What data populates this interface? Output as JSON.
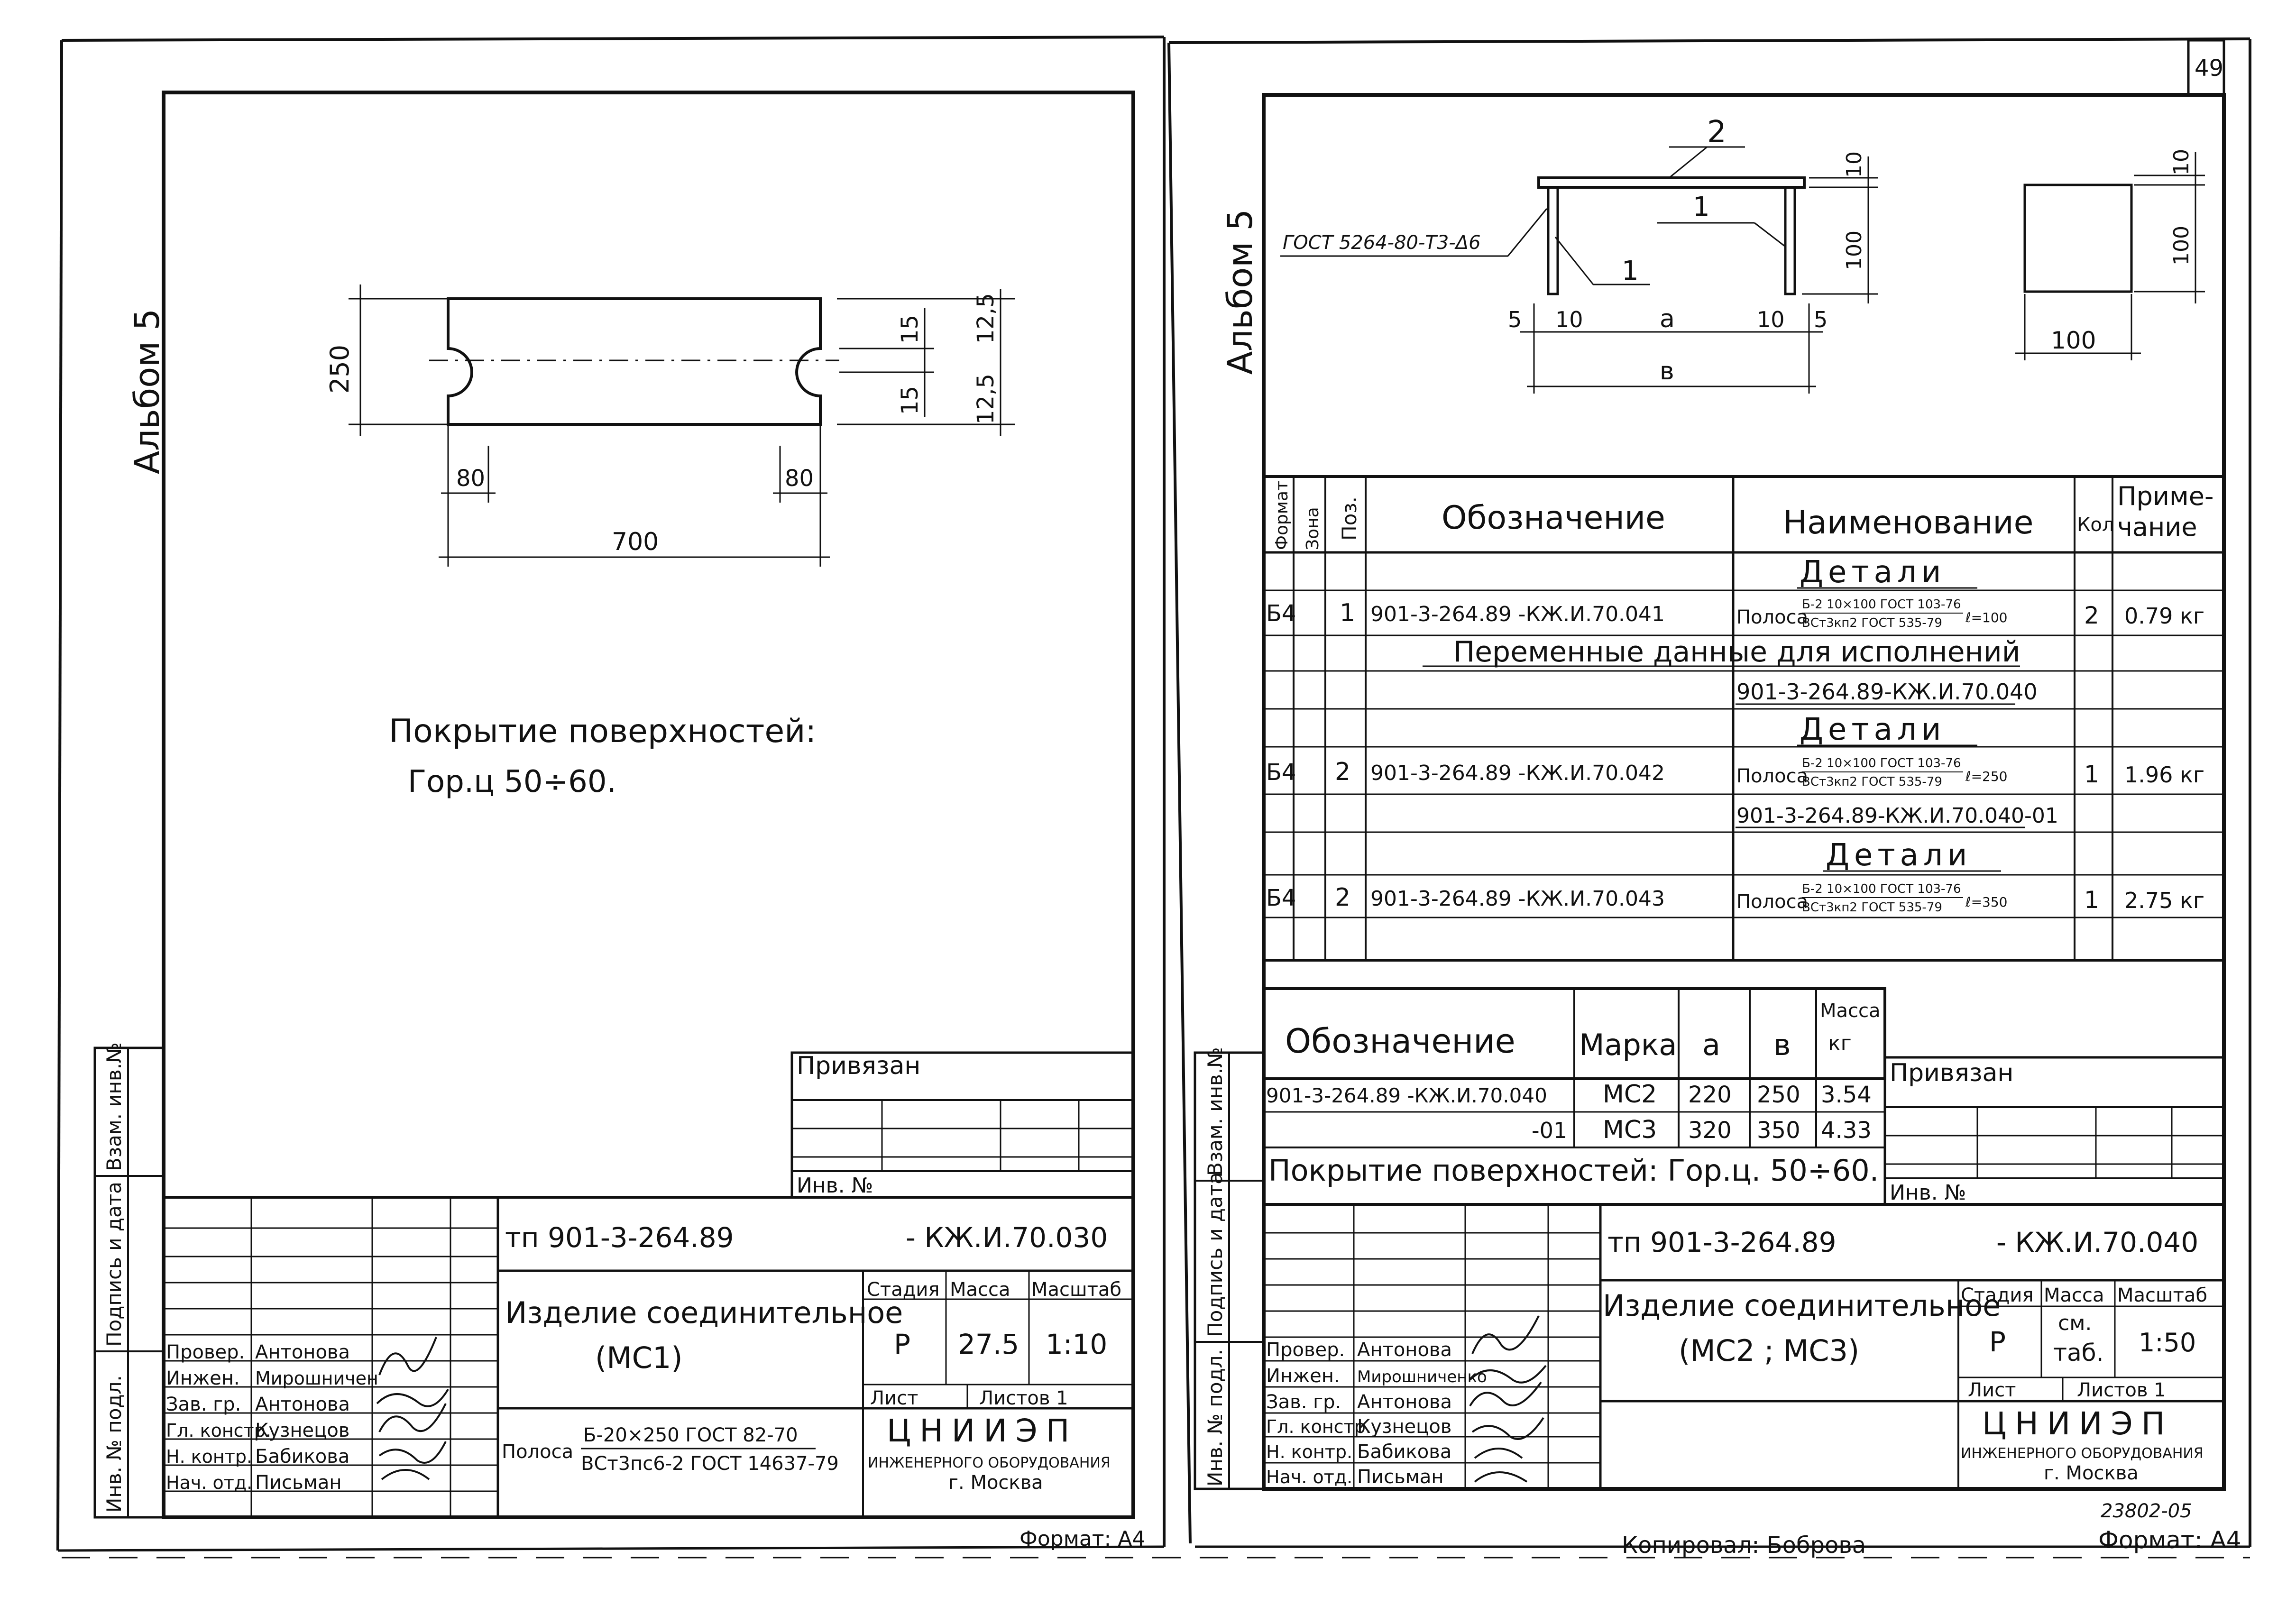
{
  "page_number": "49",
  "album_label": "Альбом 5",
  "left": {
    "drawing": {
      "dim_height": "250",
      "dim_slot": "15",
      "dim_half_top": "12,5",
      "dim_half_bottom": "12,5",
      "dim_left_80": "80",
      "dim_right_80": "80",
      "dim_length": "700",
      "dim_slot_bottom": "15"
    },
    "coating_title": "Покрытие поверхностей:",
    "coating_value": "Гор.ц 50÷60.",
    "side_labels": {
      "vzam": "Взам. инв.№",
      "podpis": "Подпись и дата",
      "inv": "Инв. № подл."
    },
    "privyazan": "Привязан",
    "inv_no": "Инв. №",
    "code": "тп 901-3-264.89",
    "code_suffix": "- КЖ.И.70.030",
    "product_name": "Изделие соединительное",
    "product_mark": "(МС1)",
    "material_prefix": "Полоса",
    "material_top": "Б-20×250 ГОСТ 82-70",
    "material_bottom": "ВСт3пс6-2 ГОСТ 14637-79",
    "stage_header": "Стадия",
    "mass_header": "Масса",
    "scale_header": "Масштаб",
    "stage": "Р",
    "mass": "27.5",
    "scale": "1:10",
    "sheet_label": "Лист",
    "sheets_label": "Листов 1",
    "org_name": "ЦНИИЭП",
    "org_sub": "ИНЖЕНЕРНОГО ОБОРУДОВАНИЯ",
    "org_city": "г. Москва",
    "roles": [
      "Провер.",
      "Инжен.",
      "Зав. гр.",
      "Гл. констр.",
      "Н. контр.",
      "Нач. отд."
    ],
    "names": [
      "Антонова",
      "Мирошничен",
      "Антонова",
      "Кузнецов",
      "Бабикова",
      "Письман"
    ],
    "format_label": "Формат: А4"
  },
  "right": {
    "drawing": {
      "gost_label": "ГОСТ 5264-80-Т3-Δ6",
      "pos_2": "2",
      "pos_1a": "1",
      "pos_1b": "1",
      "dim_5_left": "5",
      "dim_10_left": "10",
      "dim_a": "а",
      "dim_10_right": "10",
      "dim_5_right": "5",
      "dim_b": "в",
      "dim_10_top": "10",
      "dim_100_side": "100",
      "dim_10_square": "10",
      "dim_100_square_v": "100",
      "dim_100_square_h": "100"
    },
    "spec_headers": {
      "format": "Формат",
      "zone": "Зона",
      "pos": "Поз.",
      "designation": "Обозначение",
      "name": "Наименование",
      "qty": "Кол",
      "note_top": "Приме-",
      "note_bottom": "чание"
    },
    "spec_rows": [
      {
        "type": "section",
        "text": "Детали"
      },
      {
        "type": "item",
        "format": "Б4",
        "pos": "1",
        "designation": "901-3-264.89 -КЖ.И.70.041",
        "name_prefix": "Полоса",
        "name_top": "Б-2 10×100 ГОСТ 103-76",
        "name_bottom": "ВСт3кп2 ГОСТ 535-79",
        "name_len": "ℓ=100",
        "qty": "2",
        "note": "0.79 кг"
      },
      {
        "type": "section",
        "text": "Переменные данные для исполнений"
      },
      {
        "type": "sub",
        "text": "901-3-264.89-КЖ.И.70.040"
      },
      {
        "type": "section",
        "text": "Детали"
      },
      {
        "type": "item",
        "format": "Б4",
        "pos": "2",
        "designation": "901-3-264.89 -КЖ.И.70.042",
        "name_prefix": "Полоса",
        "name_top": "Б-2 10×100 ГОСТ 103-76",
        "name_bottom": "ВСт3кп2 ГОСТ 535-79",
        "name_len": "ℓ=250",
        "qty": "1",
        "note": "1.96 кг"
      },
      {
        "type": "sub",
        "text": "901-3-264.89-КЖ.И.70.040-01"
      },
      {
        "type": "section",
        "text": "Детали"
      },
      {
        "type": "item",
        "format": "Б4",
        "pos": "2",
        "designation": "901-3-264.89 -КЖ.И.70.043",
        "name_prefix": "Полоса",
        "name_top": "Б-2 10×100 ГОСТ 103-76",
        "name_bottom": "ВСт3кп2 ГОСТ 535-79",
        "name_len": "ℓ=350",
        "qty": "1",
        "note": "2.75 кг"
      }
    ],
    "var_headers": {
      "designation": "Обозначение",
      "mark": "Марка",
      "a": "а",
      "b": "в",
      "mass_top": "Масса",
      "mass_bottom": "кг"
    },
    "var_rows": [
      {
        "designation": "901-3-264.89 -КЖ.И.70.040",
        "mark": "МС2",
        "a": "220",
        "b": "250",
        "mass": "3.54"
      },
      {
        "designation": "-01",
        "mark": "МС3",
        "a": "320",
        "b": "350",
        "mass": "4.33"
      }
    ],
    "coating": "Покрытие поверхностей: Гор.ц. 50÷60.",
    "privyazan": "Привязан",
    "inv_no": "Инв. №",
    "side_labels": {
      "vzam": "Взам. инв.№",
      "podpis": "Подпись и дата",
      "inv": "Инв. № подл."
    },
    "code": "тп 901-3-264.89",
    "code_suffix": "- КЖ.И.70.040",
    "product_name": "Изделие соединительное",
    "product_mark": "(МС2 ; МС3)",
    "stage_header": "Стадия",
    "mass_header": "Масса",
    "scale_header": "Масштаб",
    "stage": "Р",
    "mass_top": "см.",
    "mass_bottom": "таб.",
    "scale": "1:50",
    "sheet_label": "Лист",
    "sheets_label": "Листов 1",
    "org_name": "ЦНИИЭП",
    "org_sub": "ИНЖЕНЕРНОГО ОБОРУДОВАНИЯ",
    "org_city": "г. Москва",
    "roles": [
      "Провер.",
      "Инжен.",
      "Зав. гр.",
      "Гл. констр.",
      "Н. контр.",
      "Нач. отд."
    ],
    "names": [
      "Антонова",
      "Мирошниченко",
      "Антонова",
      "Кузнецов",
      "Бабикова",
      "Письман"
    ],
    "archive_no": "23802-05",
    "copied_by": "Копировал: Боброва",
    "format_label": "Формат: А4"
  }
}
